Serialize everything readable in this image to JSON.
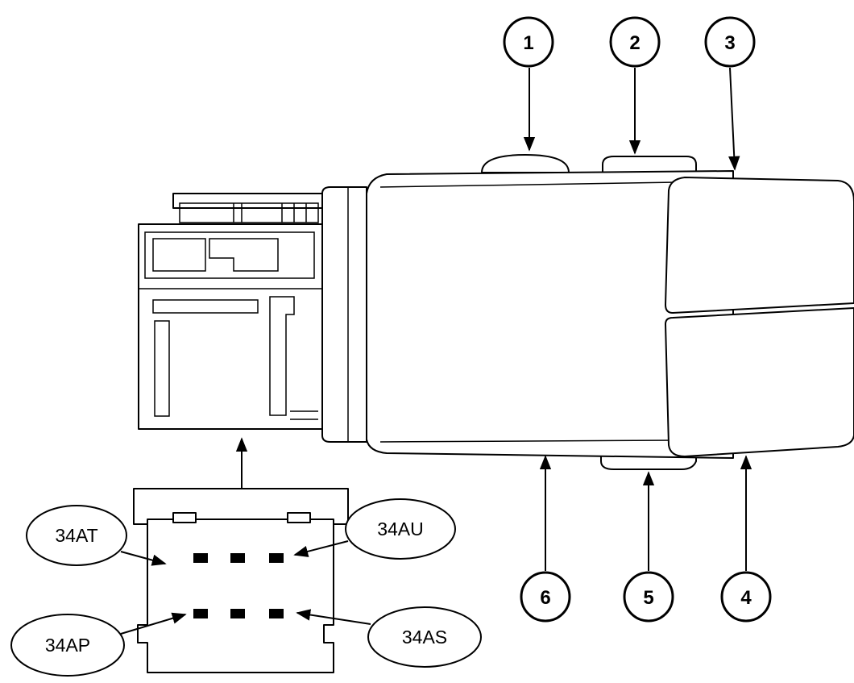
{
  "callouts": {
    "c1": "1",
    "c2": "2",
    "c3": "3",
    "c4": "4",
    "c5": "5",
    "c6": "6"
  },
  "pin_labels": {
    "top_left": "34AT",
    "top_right": "34AU",
    "bottom_left": "34AP",
    "bottom_right": "34AS"
  }
}
